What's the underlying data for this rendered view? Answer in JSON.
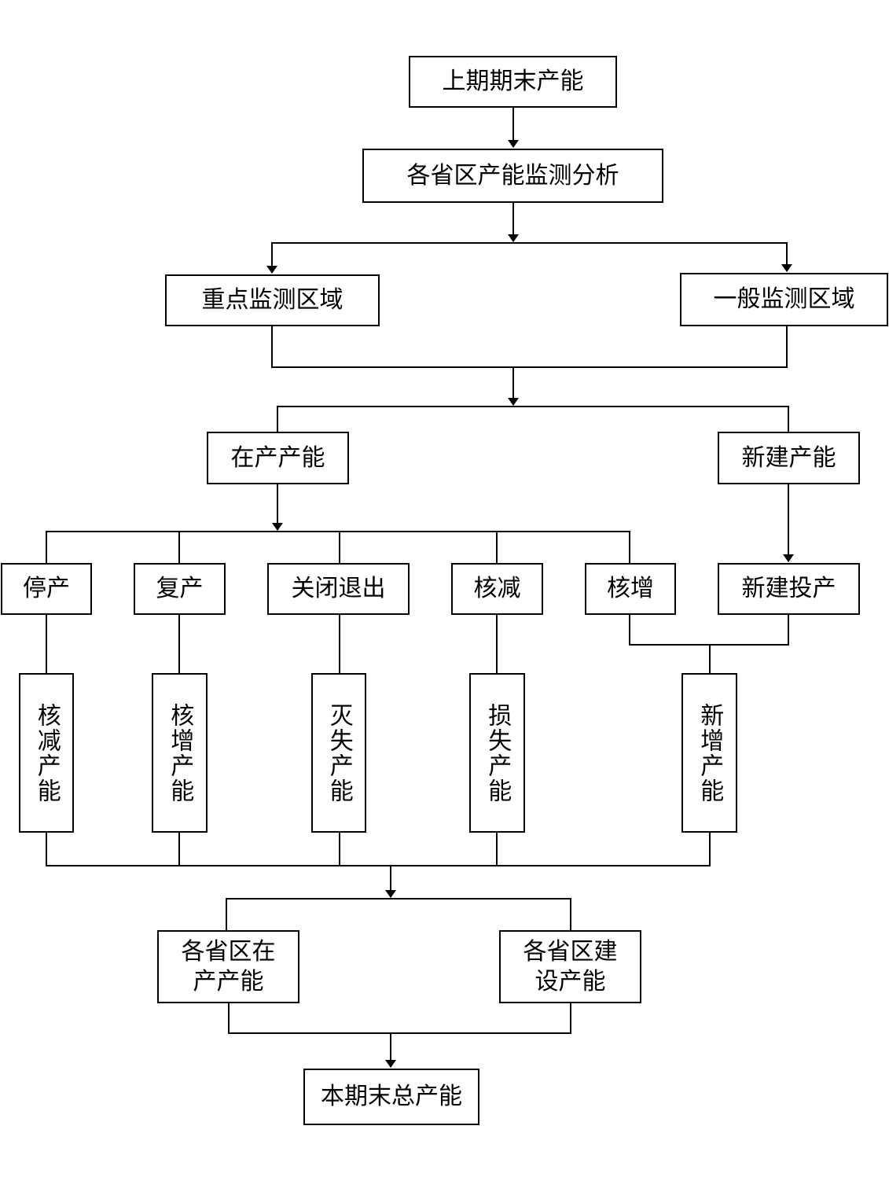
{
  "nodes": {
    "start": "上期期末产能",
    "analysis": "各省区产能监测分析",
    "key_region": "重点监测区域",
    "general_region": "一般监测区域",
    "in_production": "在产产能",
    "new_build": "新建产能",
    "stop": "停产",
    "resume": "复产",
    "close_exit": "关闭退出",
    "verified_reduce": "核减",
    "verified_increase": "核增",
    "new_commission": "新建投产",
    "reduce_capacity": "核减产能",
    "increase_capacity": "核增产能",
    "lost_capacity_a": "灭失产能",
    "lost_capacity_b": "损失产能",
    "added_capacity": "新增产能",
    "province_in_prod_l1": "各省区在",
    "province_in_prod_l2": "产产能",
    "province_build_l1": "各省区建",
    "province_build_l2": "设产能",
    "end": "本期末总产能"
  }
}
